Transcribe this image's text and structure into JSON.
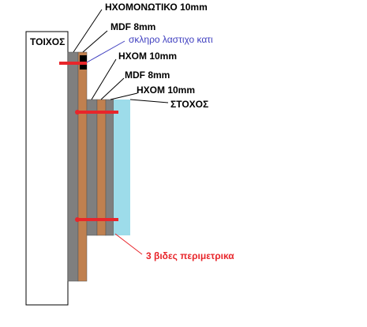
{
  "labels": {
    "wall": "ΤΟΙΧΟΣ",
    "soundproof_10mm": "ΗΧΟΜΟΝΩΤΙΚΟ 10mm",
    "mdf_top": "MDF 8mm",
    "rubber": "σκληρο λαστιχο κατι",
    "hxom_top": "ΗΧΟΜ 10mm",
    "mdf_mid": "MDF 8mm",
    "hxom_mid": "ΗΧΟΜ 10mm",
    "target": "ΣΤΟΧΟΣ",
    "screws": "3 βιδες περιμετρικα"
  },
  "colors": {
    "soundproof": "#7f7f7f",
    "mdf": "#c0804f",
    "target": "#9ddcea",
    "screw": "#e8262b",
    "rubber": "#000000",
    "rubber_label": "#4040c0",
    "screws_label": "#e8262b",
    "leader": "#000000"
  }
}
